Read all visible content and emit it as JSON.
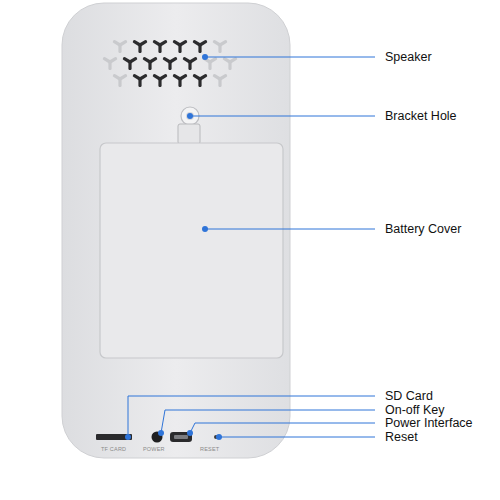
{
  "diagram": {
    "labels": [
      "Speaker",
      "Bracket Hole",
      "Battery Cover",
      "SD Card",
      "On-off Key",
      "Power Interface",
      "Reset",
      "TF CARD",
      "POWER",
      "RESET"
    ]
  }
}
